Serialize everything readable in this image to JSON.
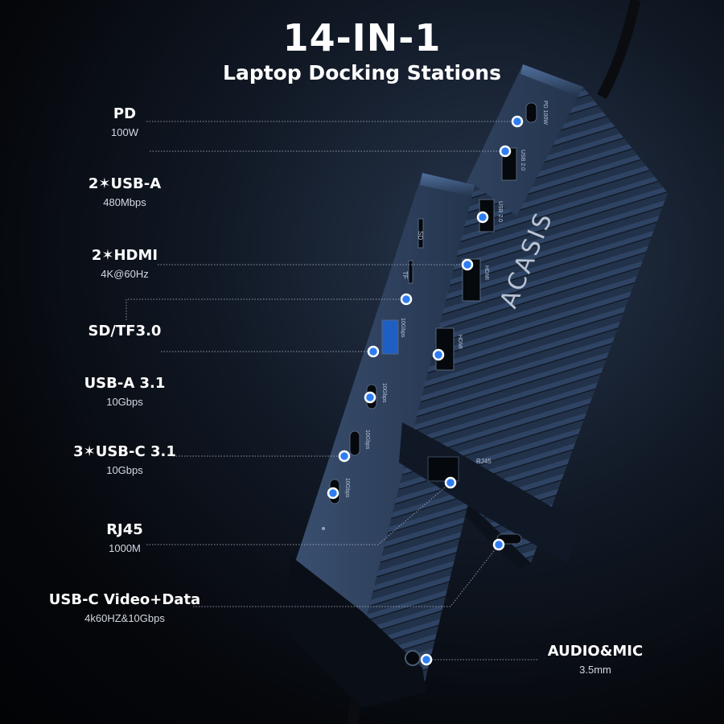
{
  "header": {
    "title": "14-IN-1",
    "subtitle": "Laptop Docking Stations"
  },
  "brand": "ACASIS",
  "colors": {
    "marker": "#2f7df2",
    "leader_line": "#aeb7c4",
    "device_body": "#2b3d59"
  },
  "ports": [
    {
      "id": "pd",
      "name": "PD",
      "spec": "100W"
    },
    {
      "id": "usb-a",
      "name": "2✶USB-A",
      "spec": "480Mbps"
    },
    {
      "id": "hdmi",
      "name": "2✶HDMI",
      "spec": "4K@60Hz"
    },
    {
      "id": "sd-tf",
      "name": "SD/TF3.0",
      "spec": ""
    },
    {
      "id": "usb-a-31",
      "name": "USB-A 3.1",
      "spec": "10Gbps"
    },
    {
      "id": "usb-c-31",
      "name": "3✶USB-C 3.1",
      "spec": "10Gbps"
    },
    {
      "id": "rj45",
      "name": "RJ45",
      "spec": "1000M"
    },
    {
      "id": "usb-c-video",
      "name": "USB-C Video+Data",
      "spec": "4k60HZ&10Gbps"
    },
    {
      "id": "audio",
      "name": "AUDIO&MIC",
      "spec": "3.5mm"
    }
  ],
  "device_print": {
    "pd": "PD 100W",
    "usb20_a": "USB 2.0",
    "usb20_b": "USB 2.0",
    "hdmi_a": "HDMI",
    "hdmi_b": "HDMI",
    "sd": "SD",
    "tf": "TF",
    "tenG_a": "10Gbps",
    "tenG_b": "10Gbps",
    "tenG_c": "10Gbps",
    "tenG_d": "10Gbps",
    "rj45": "RJ45"
  }
}
